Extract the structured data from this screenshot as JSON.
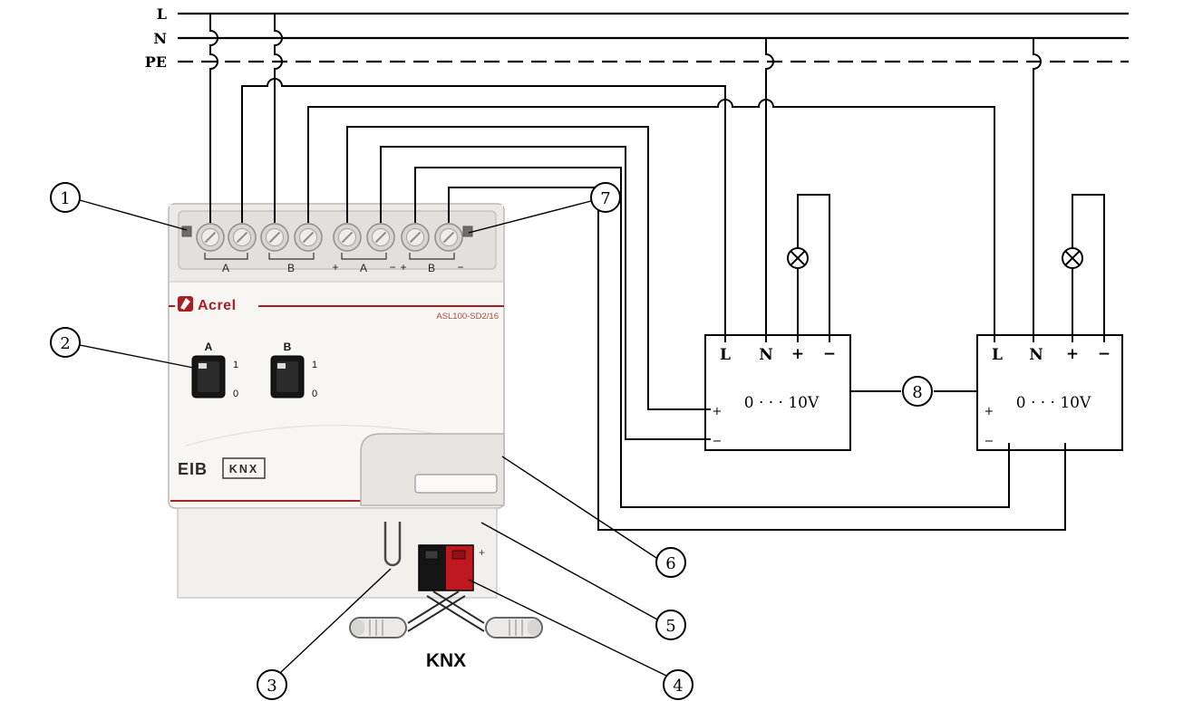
{
  "colors": {
    "accent_red": "#a81e22",
    "connector_red": "#c01820",
    "connector_black": "#151515",
    "wire": "#000000"
  },
  "power_lines": {
    "l_label": "L",
    "n_label": "N",
    "pe_label": "PE"
  },
  "device": {
    "brand": "Acrel",
    "model": "ASL100-SD2/16",
    "terminal_groups": {
      "g1": "A",
      "g2": "B",
      "g3": [
        "+",
        "A",
        "−"
      ],
      "g4": [
        "+",
        "B",
        "−"
      ]
    },
    "switch_a": {
      "name": "A",
      "pos_on": "1",
      "pos_off": "0"
    },
    "switch_b": {
      "name": "B",
      "pos_on": "1",
      "pos_off": "0"
    },
    "eib_logo": "EIB",
    "knx_logo": "KNX",
    "connector_plus": "+"
  },
  "bus": {
    "cable_label": "KNX"
  },
  "ballast_1": {
    "t_l": "L",
    "t_n": "N",
    "t_plus": "+",
    "t_minus": "−",
    "output": "0 · · · 10V",
    "in_plus": "+",
    "in_minus": "−"
  },
  "ballast_2": {
    "t_l": "L",
    "t_n": "N",
    "t_plus": "+",
    "t_minus": "−",
    "output": "0 · · · 10V",
    "in_plus": "+",
    "in_minus": "−"
  },
  "callouts": {
    "c1": "1",
    "c2": "2",
    "c3": "3",
    "c4": "4",
    "c5": "5",
    "c6": "6",
    "c7": "7",
    "c8": "8"
  }
}
